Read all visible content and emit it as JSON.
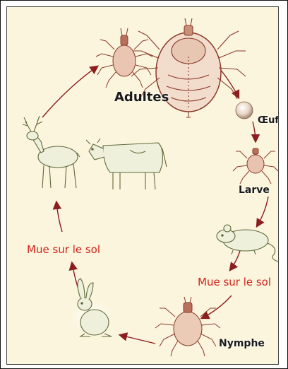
{
  "diagram": {
    "labels": {
      "adults": "Adultes",
      "egg": "Œuf",
      "larva": "Larve",
      "molt_right": "Mue sur le sol",
      "nymph": "Nymphe",
      "molt_left": "Mue sur le sol"
    },
    "colors": {
      "background": "#fbf5dd",
      "tick": "#8b3a2c",
      "mammal": "#5f6a3a",
      "arrow": "#8b1e1e",
      "molt_text": "#d1221a",
      "stage_text": "#1a1a1a"
    },
    "illustrations": [
      "large-adult-tick",
      "small-adult-tick",
      "egg",
      "larva-tick",
      "mouse",
      "nymph-tick",
      "rabbit",
      "deer",
      "cow"
    ]
  }
}
